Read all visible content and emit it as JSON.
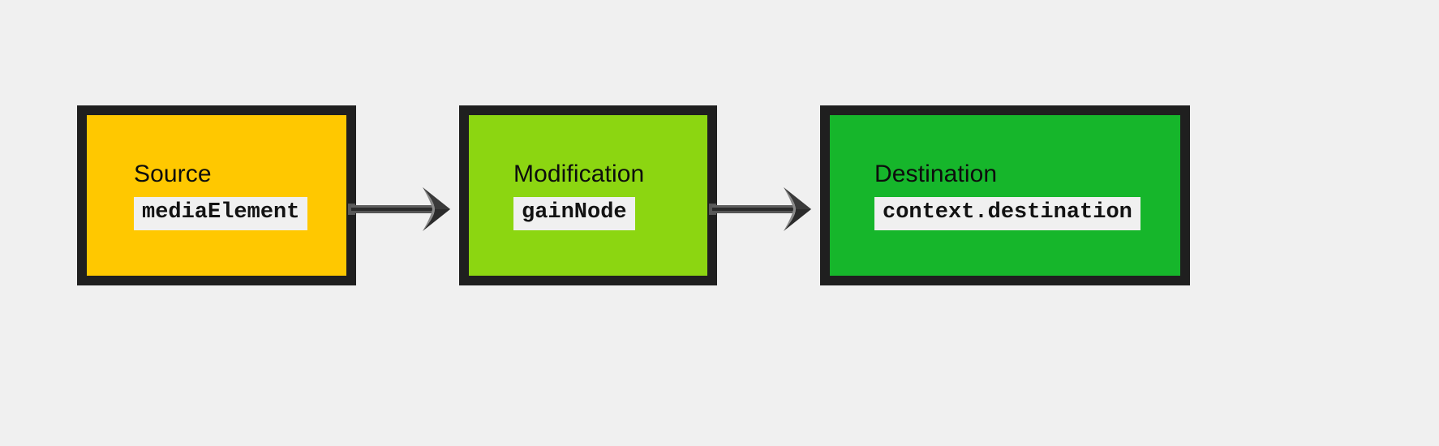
{
  "diagram": {
    "type": "flow",
    "orientation": "left-to-right",
    "background_color": "#f0f0f0",
    "border_color": "#1f1f1f",
    "nodes": [
      {
        "id": "source",
        "title": "Source",
        "code": "mediaElement",
        "fill_color": "#ffc800"
      },
      {
        "id": "modification",
        "title": "Modification",
        "code": "gainNode",
        "fill_color": "#8cd611"
      },
      {
        "id": "destination",
        "title": "Destination",
        "code": "context.destination",
        "fill_color": "#16b62b"
      }
    ],
    "edges": [
      {
        "id": "source-to-modification",
        "from": "source",
        "to": "modification",
        "label": "",
        "color": "#4a4a4a"
      },
      {
        "id": "modification-to-destination",
        "from": "modification",
        "to": "destination",
        "label": "",
        "color": "#4a4a4a"
      }
    ]
  }
}
